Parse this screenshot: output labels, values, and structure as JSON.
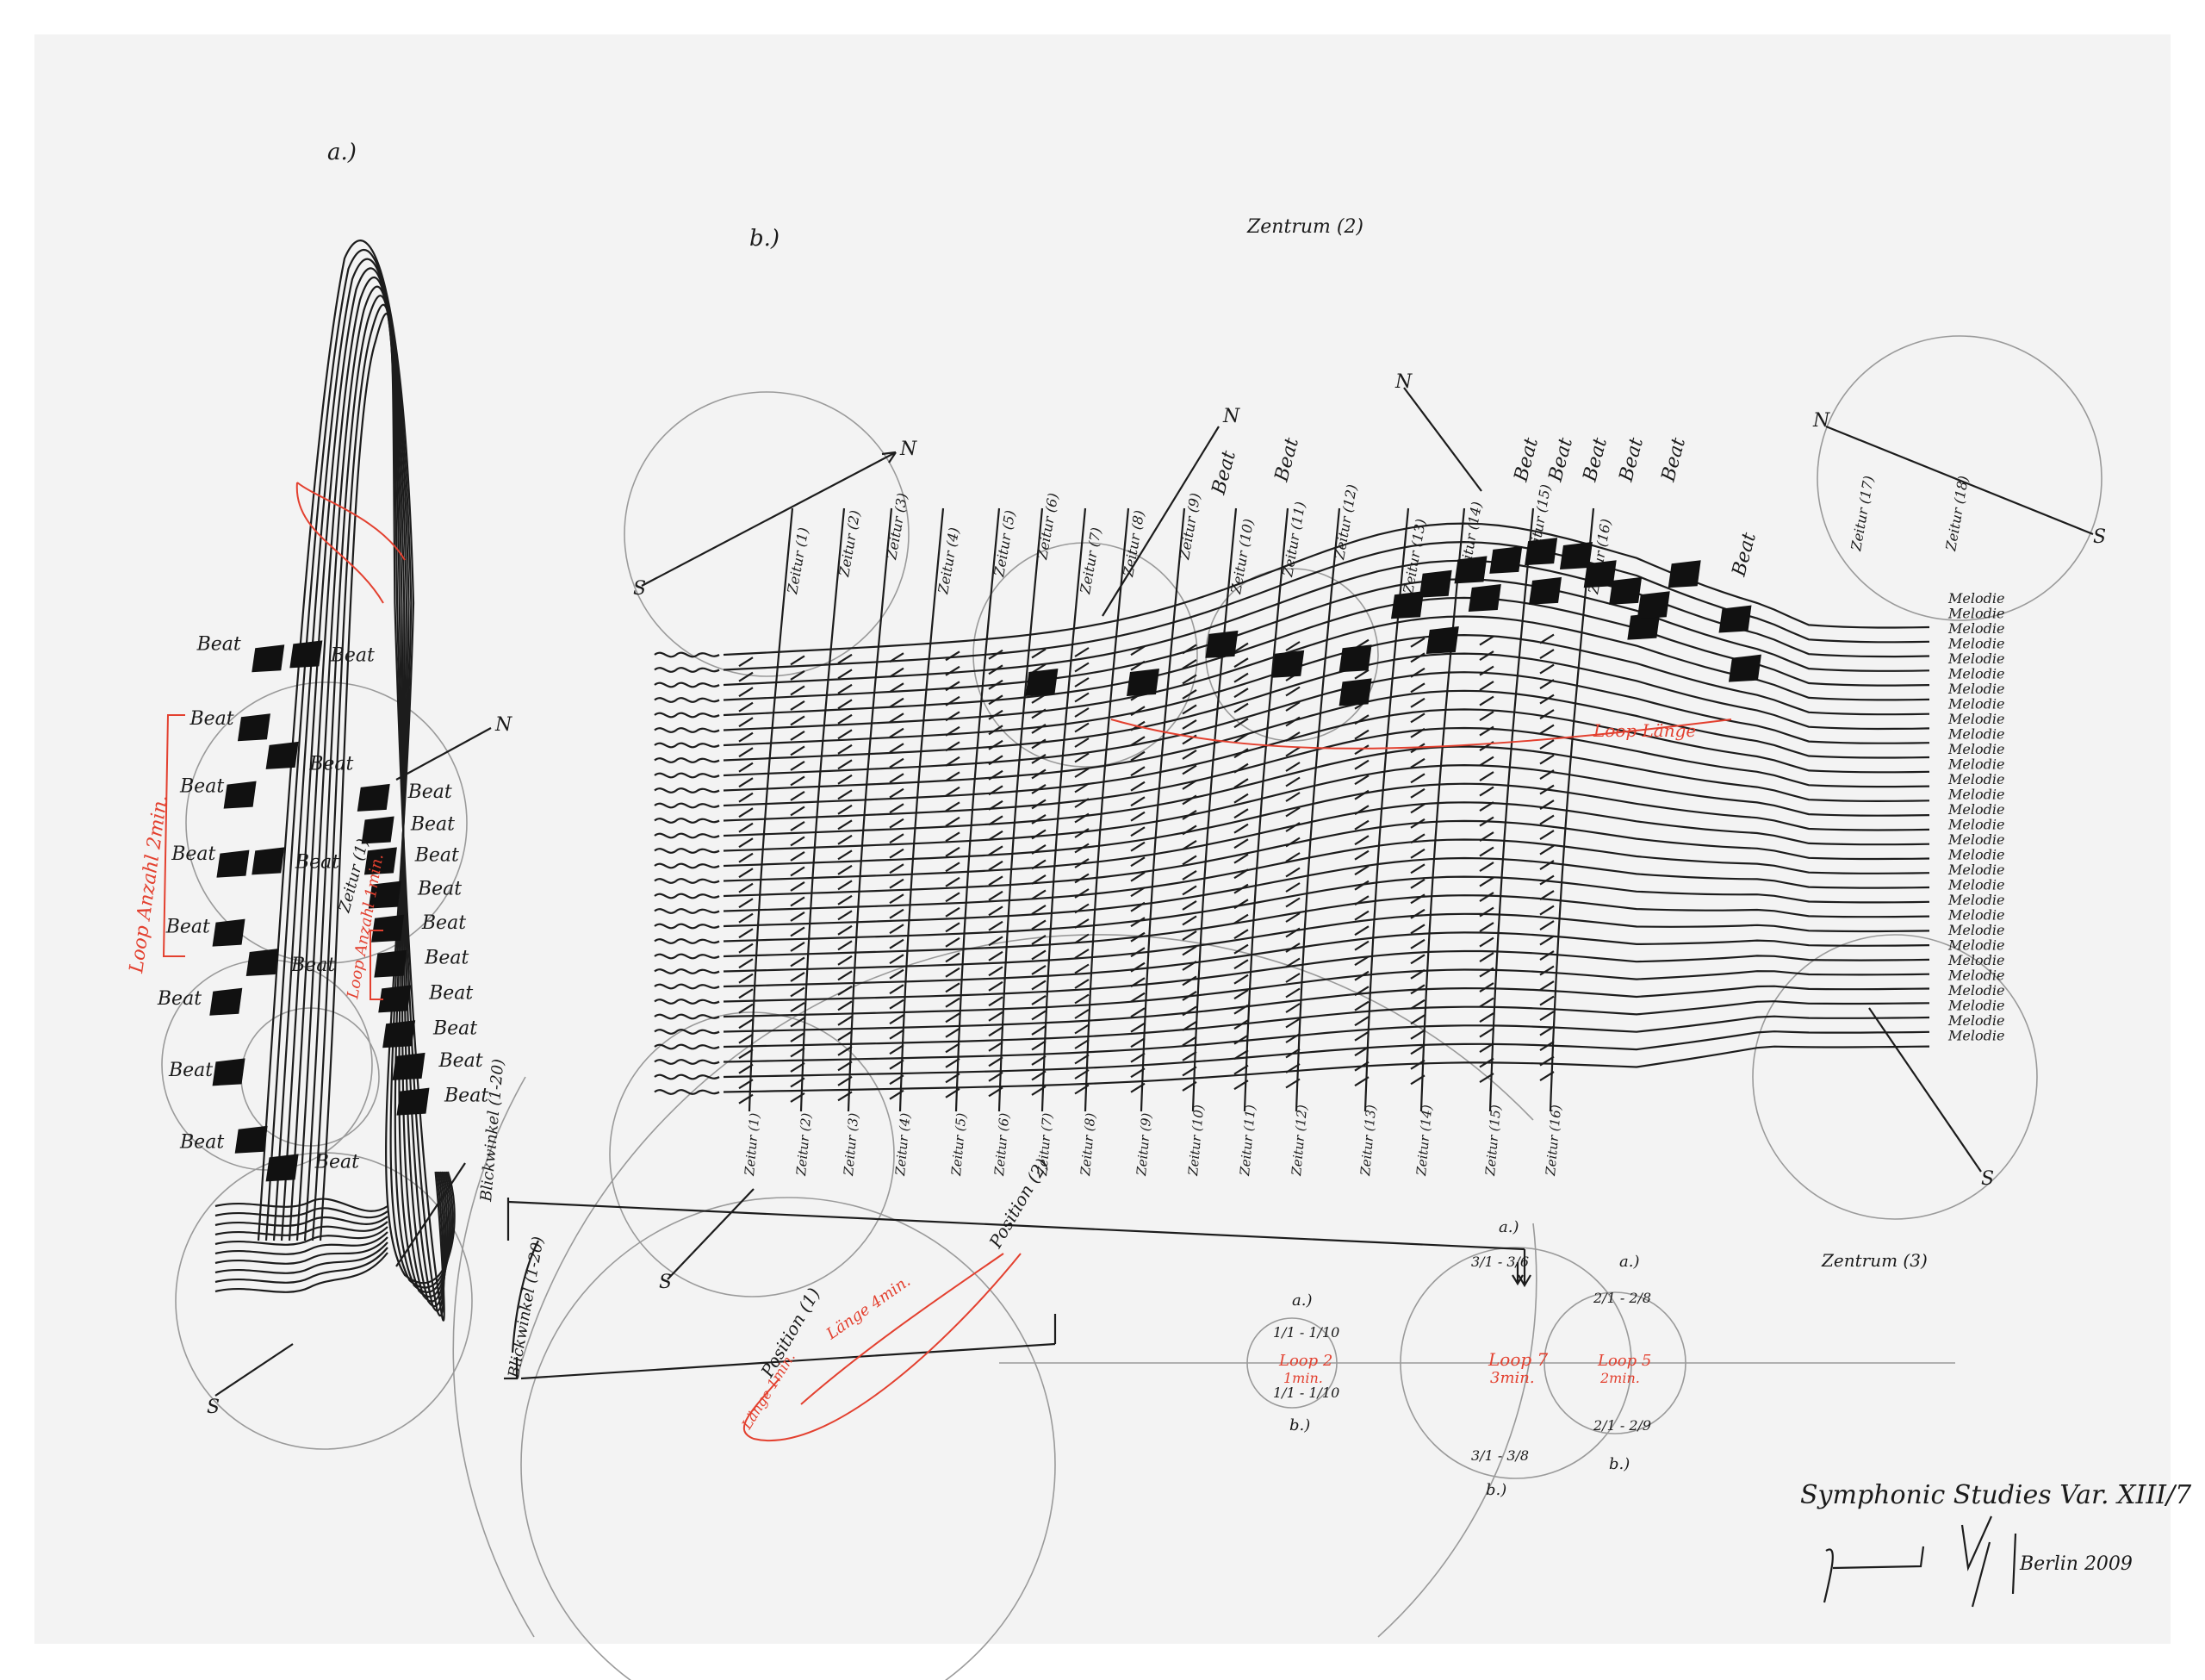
{
  "labels": {
    "section_a": "a.)",
    "section_b": "b.)",
    "zentrum_2": "Zentrum (2)",
    "zentrum_3": "Zentrum (3)",
    "north": "N",
    "south": "S",
    "beat": "Beat",
    "melodie": "Melodie",
    "zeitur_left": "Zeitur (1)"
  },
  "columns": [
    "Zeitur (1)",
    "Zeitur (2)",
    "Zeitur (3)",
    "Zeitur (4)",
    "Zeitur (5)",
    "Zeitur (6)",
    "Zeitur (7)",
    "Zeitur (8)",
    "Zeitur (9)",
    "Zeitur (10)",
    "Zeitur (11)",
    "Zeitur (12)",
    "Zeitur (13)",
    "Zeitur (14)",
    "Zeitur (15)",
    "Zeitur (16)"
  ],
  "right_columns": [
    "Zeitur (17)",
    "Zeitur (18)"
  ],
  "red_notes": {
    "loop_left": "Loop Anzahl 2min.",
    "loop_right": "Loop Anzahl 1min.",
    "length_1": "Länge 1min.",
    "length_4": "Länge 4min.",
    "grid_note": "Loop Länge"
  },
  "positions": {
    "p1": "Position (1)",
    "p2": "Position (2)",
    "angle_1": "Blickwinkel (1-20)",
    "angle_2": "Blickwinkel (1-20)"
  },
  "loops": [
    {
      "name": "Loop 2",
      "duration": "1min.",
      "top": "1/1 - 1/10",
      "bottom": "1/1 - 1/10",
      "a": "a.)",
      "b": "b.)"
    },
    {
      "name": "Loop 7",
      "duration": "3min.",
      "top": "3/1 - 3/6",
      "bottom": "3/1 - 3/8",
      "a": "a.)",
      "b": "b.)"
    },
    {
      "name": "Loop 5",
      "duration": "2min.",
      "top": "2/1 - 2/8",
      "bottom": "2/1 - 2/9",
      "a": "a.)",
      "b": "b.)"
    }
  ],
  "signature": {
    "title": "Symphonic Studies Var. XIII/7",
    "place_date": "Berlin 2009"
  },
  "colors": {
    "paper": "#f3f3f3",
    "ink": "#1c1c1c",
    "red": "#e3402f",
    "pencil": "#9a9a9a"
  }
}
